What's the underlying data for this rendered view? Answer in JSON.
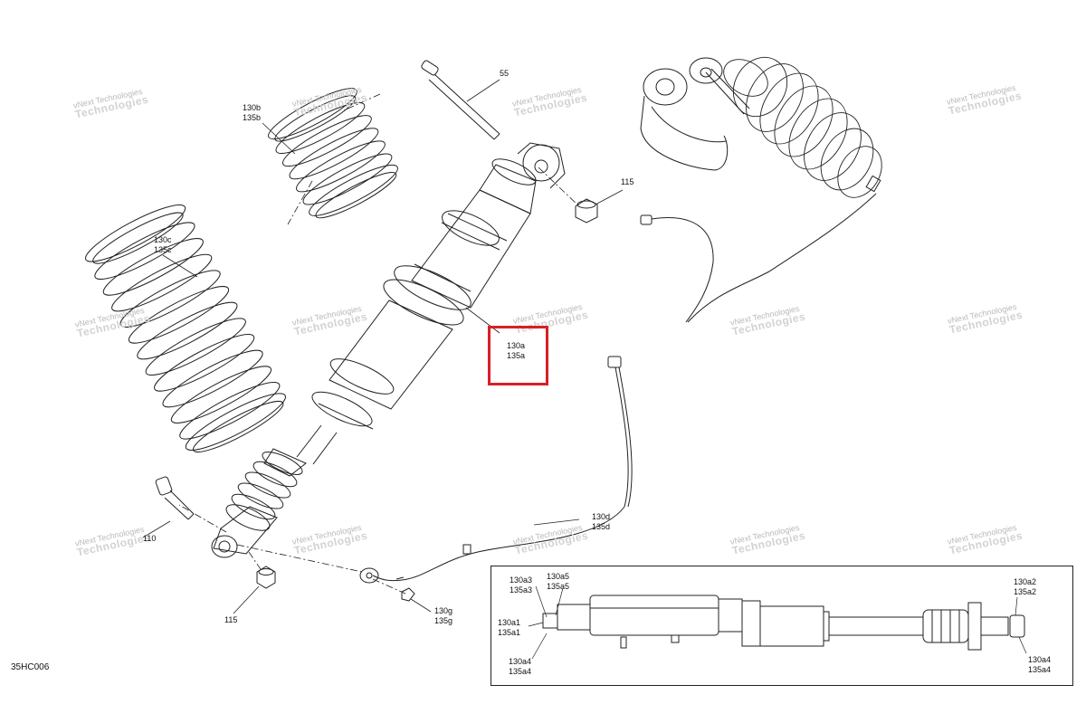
{
  "diagram_code": "35HC006",
  "watermark": {
    "line1": "vNext Technologies",
    "line2": "Technologies"
  },
  "callouts": {
    "bolt_top": [
      "55"
    ],
    "spring_upper": [
      "130b",
      "135b"
    ],
    "spring_lower": [
      "130c",
      "135c"
    ],
    "nut_top": [
      "115"
    ],
    "shock_body": [
      "130a",
      "135a"
    ],
    "harness": [
      "130d",
      "135d"
    ],
    "bolt_bottom": [
      "110"
    ],
    "nut_bottom": [
      "115"
    ],
    "clip_bottom": [
      "130g",
      "135g"
    ]
  },
  "inset_callouts": {
    "left_top_a": [
      "130a3",
      "135a3"
    ],
    "left_top_b": [
      "130a5",
      "135a5"
    ],
    "left_mid": [
      "130a1",
      "135a1"
    ],
    "left_bottom": [
      "130a4",
      "135a4"
    ],
    "right_top": [
      "130a2",
      "135a2"
    ],
    "right_bottom": [
      "130a4",
      "135a4"
    ]
  },
  "colors": {
    "line": "#222222",
    "highlight": "#d81f26",
    "watermark": "#c8c8c8"
  }
}
